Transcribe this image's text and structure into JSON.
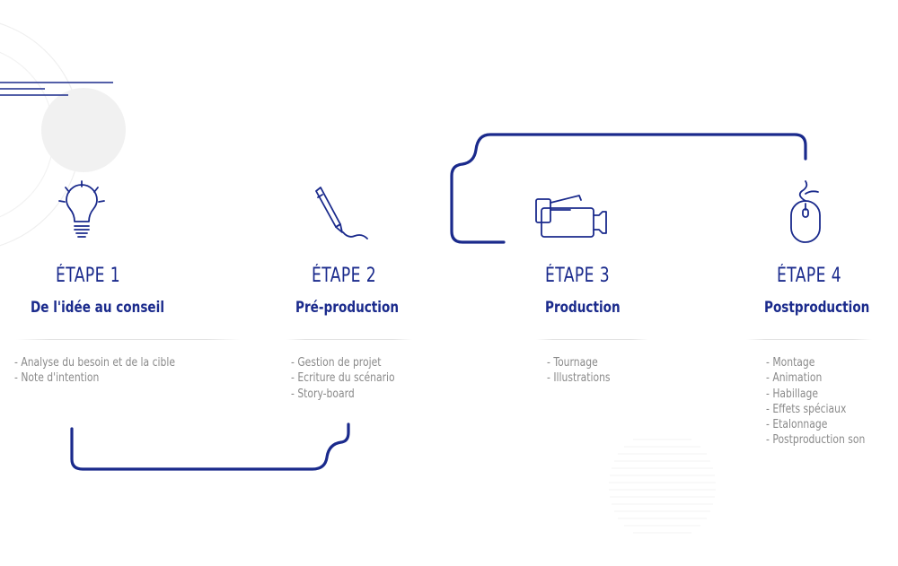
{
  "colors": {
    "accent": "#1a2a8c",
    "text_muted": "#8a8a8a",
    "deco": "#eeeeee"
  },
  "steps": [
    {
      "icon": "lightbulb-icon",
      "label": "ÉTAPE 1",
      "title": "De l'idée au conseil",
      "tasks": [
        "- Analyse du besoin et de la cible",
        "- Note d'intention"
      ]
    },
    {
      "icon": "pen-icon",
      "label": "ÉTAPE 2",
      "title": "Pré-production",
      "tasks": [
        "- Gestion de projet",
        "- Ecriture du scénario",
        "- Story-board"
      ]
    },
    {
      "icon": "video-camera-icon",
      "label": "ÉTAPE 3",
      "title": "Production",
      "tasks": [
        "- Tournage",
        "- Illustrations"
      ]
    },
    {
      "icon": "mouse-icon",
      "label": "ÉTAPE 4",
      "title": "Postproduction",
      "tasks": [
        "- Montage",
        "- Animation",
        "- Habillage",
        "- Effets spéciaux",
        "- Etalonnage",
        "- Postproduction son"
      ]
    }
  ]
}
